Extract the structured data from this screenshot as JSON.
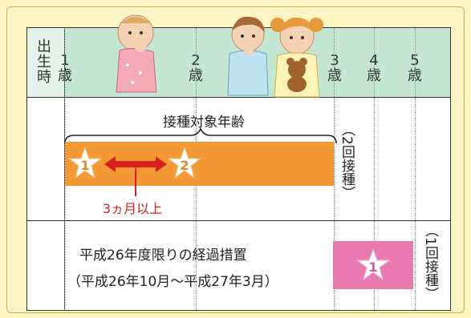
{
  "ages": {
    "birth": [
      "出",
      "生",
      "時"
    ],
    "age1": [
      "1",
      "歳"
    ],
    "age2": [
      "2",
      "歳"
    ],
    "age3": [
      "3",
      "歳"
    ],
    "age4": [
      "4",
      "歳"
    ],
    "age5": [
      "5",
      "歳"
    ]
  },
  "eligible_age_label": "接種対象年齢",
  "doses": {
    "first": "1",
    "second": "2",
    "pink_first": "1"
  },
  "interval_label": "3ヵ月以上",
  "two_doses_label": "（2回接種）",
  "one_dose_label": "（1回接種）",
  "transitional_line1": "平成26年度限りの経過措置",
  "transitional_line2": "（平成26年10月～平成27年3月）",
  "colors": {
    "header_bg": "#c6e6d4",
    "orange_bar": "#f39a36",
    "pink_bar": "#e87ab0",
    "arrow": "#d8201f",
    "star_fill": "#ffffff",
    "star_text": "#e08a20"
  }
}
